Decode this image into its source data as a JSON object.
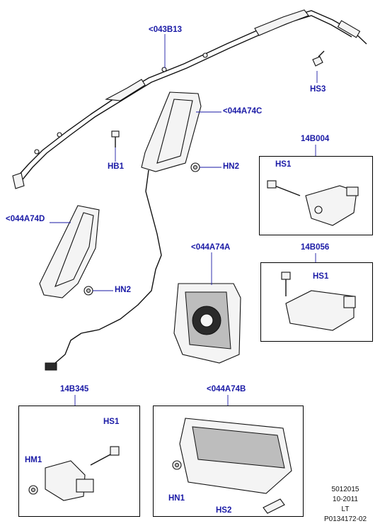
{
  "labels": {
    "curtain_airbag": "<043B13",
    "bolt_hs3": "HS3",
    "bolt_hb1": "HB1",
    "knee_airbag_rh": "<044A74C",
    "nut_hn2_upper": "HN2",
    "side_airbag_lh": "<044A74D",
    "nut_hn2_lower": "HN2",
    "driver_airbag": "<044A74A",
    "sensor_14b004": "14B004",
    "bolt_hs1_14b004": "HS1",
    "module_14b056": "14B056",
    "bolt_hs1_14b056": "HS1",
    "sensor_14b345": "14B345",
    "bolt_hs1_14b345": "HS1",
    "washer_hm1": "HM1",
    "passenger_airbag": "<044A74B",
    "nut_hn1": "HN1",
    "bolt_hs2": "HS2"
  },
  "footer": {
    "line1": "5012015",
    "line2": "10-2011",
    "line3": "LT",
    "line4": "P0134172-02"
  },
  "colors": {
    "label_blue": "#1a1aa6",
    "line_black": "#111111"
  }
}
